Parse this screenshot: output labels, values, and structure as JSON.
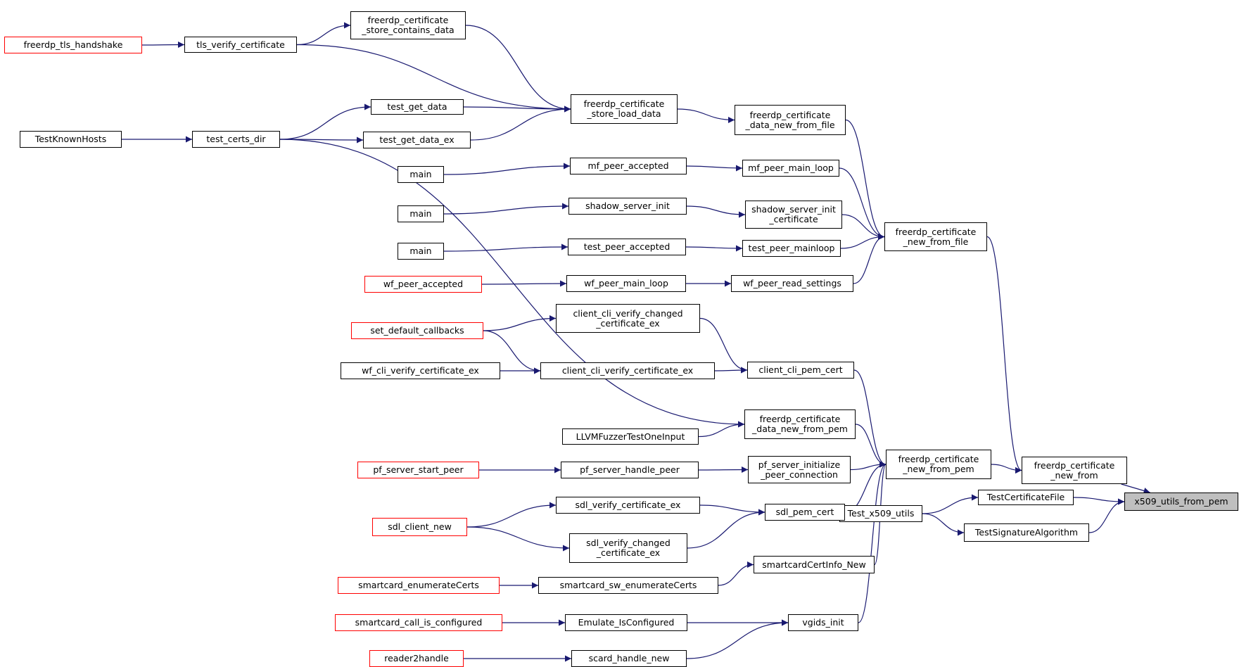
{
  "colors": {
    "edge": "#191970",
    "border": "#000000",
    "truncated": "#ff0000",
    "focus_fill": "#bfbfbf"
  },
  "nodes": [
    {
      "id": "x509",
      "label": "x509_utils_from_pem",
      "style": "gray"
    },
    {
      "id": "certNewFrom",
      "label": "freerdp_certificate\n_new_from"
    },
    {
      "id": "testCertFile",
      "label": "TestCertificateFile"
    },
    {
      "id": "testSigAlg",
      "label": "TestSignatureAlgorithm"
    },
    {
      "id": "testX509",
      "label": "Test_x509_utils"
    },
    {
      "id": "certNewFromFile",
      "label": "freerdp_certificate\n_new_from_file"
    },
    {
      "id": "certNewFromPem",
      "label": "freerdp_certificate\n_new_from_pem"
    },
    {
      "id": "certDataNewFromFile",
      "label": "freerdp_certificate\n_data_new_from_file"
    },
    {
      "id": "mfPeerMainLoop",
      "label": "mf_peer_main_loop"
    },
    {
      "id": "shadowInitCert",
      "label": "shadow_server_init\n_certificate"
    },
    {
      "id": "testPeerMainloop",
      "label": "test_peer_mainloop"
    },
    {
      "id": "wfPeerReadSettings",
      "label": "wf_peer_read_settings"
    },
    {
      "id": "storeLoadData",
      "label": "freerdp_certificate\n_store_load_data"
    },
    {
      "id": "storeContainsData",
      "label": "freerdp_certificate\n_store_contains_data"
    },
    {
      "id": "tlsVerify",
      "label": "tls_verify_certificate"
    },
    {
      "id": "tlsHandshake",
      "label": "freerdp_tls_handshake",
      "style": "red"
    },
    {
      "id": "testGetData",
      "label": "test_get_data"
    },
    {
      "id": "testGetDataEx",
      "label": "test_get_data_ex"
    },
    {
      "id": "testCertsDir",
      "label": "test_certs_dir"
    },
    {
      "id": "testKnownHosts",
      "label": "TestKnownHosts"
    },
    {
      "id": "mfPeerAccepted",
      "label": "mf_peer_accepted"
    },
    {
      "id": "main1",
      "label": "main"
    },
    {
      "id": "shadowServerInit",
      "label": "shadow_server_init"
    },
    {
      "id": "main2",
      "label": "main"
    },
    {
      "id": "testPeerAccepted",
      "label": "test_peer_accepted"
    },
    {
      "id": "main3",
      "label": "main"
    },
    {
      "id": "wfPeerMainLoop",
      "label": "wf_peer_main_loop"
    },
    {
      "id": "wfPeerAccepted",
      "label": "wf_peer_accepted",
      "style": "red"
    },
    {
      "id": "clientPemCert",
      "label": "client_cli_pem_cert"
    },
    {
      "id": "clientVerifyChanged",
      "label": "client_cli_verify_changed\n_certificate_ex"
    },
    {
      "id": "clientVerifyEx",
      "label": "client_cli_verify_certificate_ex"
    },
    {
      "id": "setDefaultCallbacks",
      "label": "set_default_callbacks",
      "style": "red"
    },
    {
      "id": "wfCliVerify",
      "label": "wf_cli_verify_certificate_ex"
    },
    {
      "id": "certDataNewFromPem",
      "label": "freerdp_certificate\n_data_new_from_pem"
    },
    {
      "id": "llvmFuzzer",
      "label": "LLVMFuzzerTestOneInput"
    },
    {
      "id": "pfInitPeerConn",
      "label": "pf_server_initialize\n_peer_connection"
    },
    {
      "id": "pfHandlePeer",
      "label": "pf_server_handle_peer"
    },
    {
      "id": "pfStartPeer",
      "label": "pf_server_start_peer",
      "style": "red"
    },
    {
      "id": "sdlPemCert",
      "label": "sdl_pem_cert"
    },
    {
      "id": "sdlVerifyEx",
      "label": "sdl_verify_certificate_ex"
    },
    {
      "id": "sdlVerifyChanged",
      "label": "sdl_verify_changed\n_certificate_ex"
    },
    {
      "id": "sdlClientNew",
      "label": "sdl_client_new",
      "style": "red"
    },
    {
      "id": "smartcardCertInfoNew",
      "label": "smartcardCertInfo_New"
    },
    {
      "id": "smartcardSwEnum",
      "label": "smartcard_sw_enumerateCerts"
    },
    {
      "id": "smartcardEnum",
      "label": "smartcard_enumerateCerts",
      "style": "red"
    },
    {
      "id": "vgidsInit",
      "label": "vgids_init"
    },
    {
      "id": "emulateIsConfigured",
      "label": "Emulate_IsConfigured"
    },
    {
      "id": "smartcardCallIsConfigured",
      "label": "smartcard_call_is_configured",
      "style": "red"
    },
    {
      "id": "scardHandleNew",
      "label": "scard_handle_new"
    },
    {
      "id": "reader2handle",
      "label": "reader2handle",
      "style": "red"
    }
  ],
  "edges": [
    [
      "certNewFrom",
      "x509"
    ],
    [
      "testCertFile",
      "x509"
    ],
    [
      "testSigAlg",
      "x509"
    ],
    [
      "testX509",
      "testCertFile"
    ],
    [
      "testX509",
      "testSigAlg"
    ],
    [
      "certNewFromFile",
      "certNewFrom"
    ],
    [
      "certNewFromPem",
      "certNewFrom"
    ],
    [
      "certDataNewFromFile",
      "certNewFromFile"
    ],
    [
      "mfPeerMainLoop",
      "certNewFromFile"
    ],
    [
      "shadowInitCert",
      "certNewFromFile"
    ],
    [
      "testPeerMainloop",
      "certNewFromFile"
    ],
    [
      "wfPeerReadSettings",
      "certNewFromFile"
    ],
    [
      "storeLoadData",
      "certDataNewFromFile"
    ],
    [
      "storeContainsData",
      "storeLoadData"
    ],
    [
      "tlsVerify",
      "storeLoadData"
    ],
    [
      "testGetData",
      "storeLoadData"
    ],
    [
      "testGetDataEx",
      "storeLoadData"
    ],
    [
      "tlsVerify",
      "storeContainsData"
    ],
    [
      "tlsHandshake",
      "tlsVerify"
    ],
    [
      "testCertsDir",
      "testGetData"
    ],
    [
      "testCertsDir",
      "testGetDataEx"
    ],
    [
      "testKnownHosts",
      "testCertsDir"
    ],
    [
      "mfPeerAccepted",
      "mfPeerMainLoop"
    ],
    [
      "main1",
      "mfPeerAccepted"
    ],
    [
      "shadowServerInit",
      "shadowInitCert"
    ],
    [
      "main2",
      "shadowServerInit"
    ],
    [
      "testPeerAccepted",
      "testPeerMainloop"
    ],
    [
      "main3",
      "testPeerAccepted"
    ],
    [
      "wfPeerMainLoop",
      "wfPeerReadSettings"
    ],
    [
      "wfPeerAccepted",
      "wfPeerMainLoop"
    ],
    [
      "clientPemCert",
      "certNewFromPem"
    ],
    [
      "clientVerifyChanged",
      "clientPemCert"
    ],
    [
      "clientVerifyEx",
      "clientPemCert"
    ],
    [
      "setDefaultCallbacks",
      "clientVerifyChanged"
    ],
    [
      "setDefaultCallbacks",
      "clientVerifyEx"
    ],
    [
      "wfCliVerify",
      "clientVerifyEx"
    ],
    [
      "certDataNewFromPem",
      "certNewFromPem"
    ],
    [
      "testCertsDir",
      "certDataNewFromPem"
    ],
    [
      "llvmFuzzer",
      "certDataNewFromPem"
    ],
    [
      "pfInitPeerConn",
      "certNewFromPem"
    ],
    [
      "pfHandlePeer",
      "pfInitPeerConn"
    ],
    [
      "pfStartPeer",
      "pfHandlePeer"
    ],
    [
      "sdlPemCert",
      "certNewFromPem"
    ],
    [
      "sdlVerifyEx",
      "sdlPemCert"
    ],
    [
      "sdlVerifyChanged",
      "sdlPemCert"
    ],
    [
      "sdlClientNew",
      "sdlVerifyEx"
    ],
    [
      "sdlClientNew",
      "sdlVerifyChanged"
    ],
    [
      "smartcardCertInfoNew",
      "certNewFromPem"
    ],
    [
      "smartcardSwEnum",
      "smartcardCertInfoNew"
    ],
    [
      "smartcardEnum",
      "smartcardSwEnum"
    ],
    [
      "vgidsInit",
      "certNewFromPem"
    ],
    [
      "emulateIsConfigured",
      "vgidsInit"
    ],
    [
      "scardHandleNew",
      "vgidsInit"
    ],
    [
      "smartcardCallIsConfigured",
      "emulateIsConfigured"
    ],
    [
      "reader2handle",
      "scardHandleNew"
    ]
  ]
}
